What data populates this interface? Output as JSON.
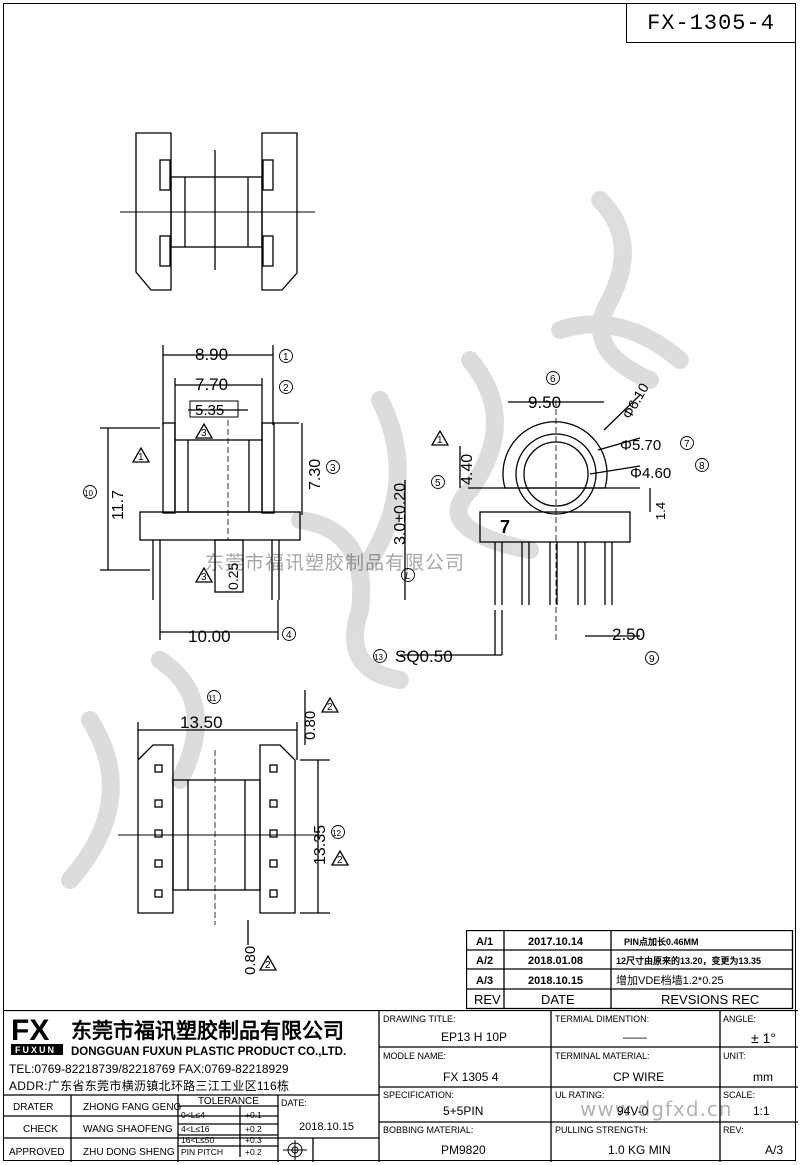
{
  "doc_number": "FX-1305-4",
  "watermark_line": "东莞市福讯塑胶制品有限公司",
  "watermark_url": "www.dgfxd.cn",
  "views": {
    "dims": {
      "d1": "8.90",
      "d2": "7.70",
      "d3": "7.30",
      "d4": "10.00",
      "d5": "4.40",
      "d6": "9.50",
      "d7": "Φ5.70",
      "d8": "Φ4.60",
      "d9": "2.50",
      "d10": "11.7",
      "d11": "13.50",
      "d12": "13.35",
      "d13": "SQ0.50",
      "d_phi610": "Φ6.10",
      "d_535": "5.35",
      "d_025": "0.25",
      "d_30": "3.0±0.20",
      "d_14": "1.4",
      "d_080a": "0.80",
      "d_080b": "0.80",
      "pin7": "7"
    },
    "circled": [
      "1",
      "2",
      "3",
      "4",
      "5",
      "6",
      "7",
      "8",
      "9",
      "10",
      "11",
      "12",
      "13"
    ],
    "tri_labels": {
      "t1": "1",
      "t2": "2",
      "t3": "3",
      "L": "L"
    }
  },
  "revisions": {
    "rows": [
      {
        "rev": "A/1",
        "date": "2017.10.14",
        "desc": "PIN点加长0.46MM"
      },
      {
        "rev": "A/2",
        "date": "2018.01.08",
        "desc": "12尺寸由原来的13.20，变更为13.35"
      },
      {
        "rev": "A/3",
        "date": "2018.10.15",
        "desc": "增加VDE档墙1.2*0.25"
      }
    ],
    "header": {
      "rev": "REV",
      "date": "DATE",
      "desc": "REVSIONS REC"
    }
  },
  "company": {
    "logo": "FX",
    "logo_sub": "FUXUN",
    "name_cn": "东莞市福讯塑胶制品有限公司",
    "name_en": "DONGGUAN FUXUN PLASTIC PRODUCT CO.,LTD.",
    "tel": "TEL:0769-82218739/82218769 FAX:0769-82218929",
    "addr": "ADDR:广东省东莞市横沥镇北环路三江工业区116栋"
  },
  "signoff": {
    "drater_label": "DRATER",
    "drater": "ZHONG FANG GENG",
    "check_label": "CHECK",
    "check": "WANG SHAOFENG",
    "approved_label": "APPROVED",
    "approved": "ZHU DONG SHENG",
    "tolerance_title": "TOLERANCE",
    "tol": [
      {
        "range": "0<L≤4",
        "val": "+0.1"
      },
      {
        "range": "4<L≤16",
        "val": "+0.2"
      },
      {
        "range": "16<L≤50",
        "val": "+0.3"
      },
      {
        "range": "PIN PITCH",
        "val": "+0.2"
      }
    ],
    "date_label": "DATE:",
    "date": "2018.10.15"
  },
  "fields": {
    "drawing_title_label": "DRAWING TITLE:",
    "drawing_title": "EP13 H 10P",
    "terminal_dim_label": "TERMIAL DIMENTION:",
    "terminal_dim": "——",
    "angle_label": "ANGLE:",
    "angle": "± 1°",
    "model_label": "MODLE NAME:",
    "model": "FX 1305 4",
    "terminal_mat_label": "TERMINAL MATERIAL:",
    "terminal_mat": "CP WIRE",
    "unit_label": "UNIT:",
    "unit": "mm",
    "spec_label": "SPECIFICATION:",
    "spec": "5+5PIN",
    "ul_label": "UL RATING:",
    "ul": "94V-0",
    "scale_label": "SCALE:",
    "scale": "1:1",
    "bobbin_label": "BOBBING MATERIAL:",
    "bobbin": "PM9820",
    "pull_label": "PULLING STRENGTH:",
    "pull": "1.0 KG MIN",
    "rev_label": "REV:",
    "rev": "A/3"
  }
}
